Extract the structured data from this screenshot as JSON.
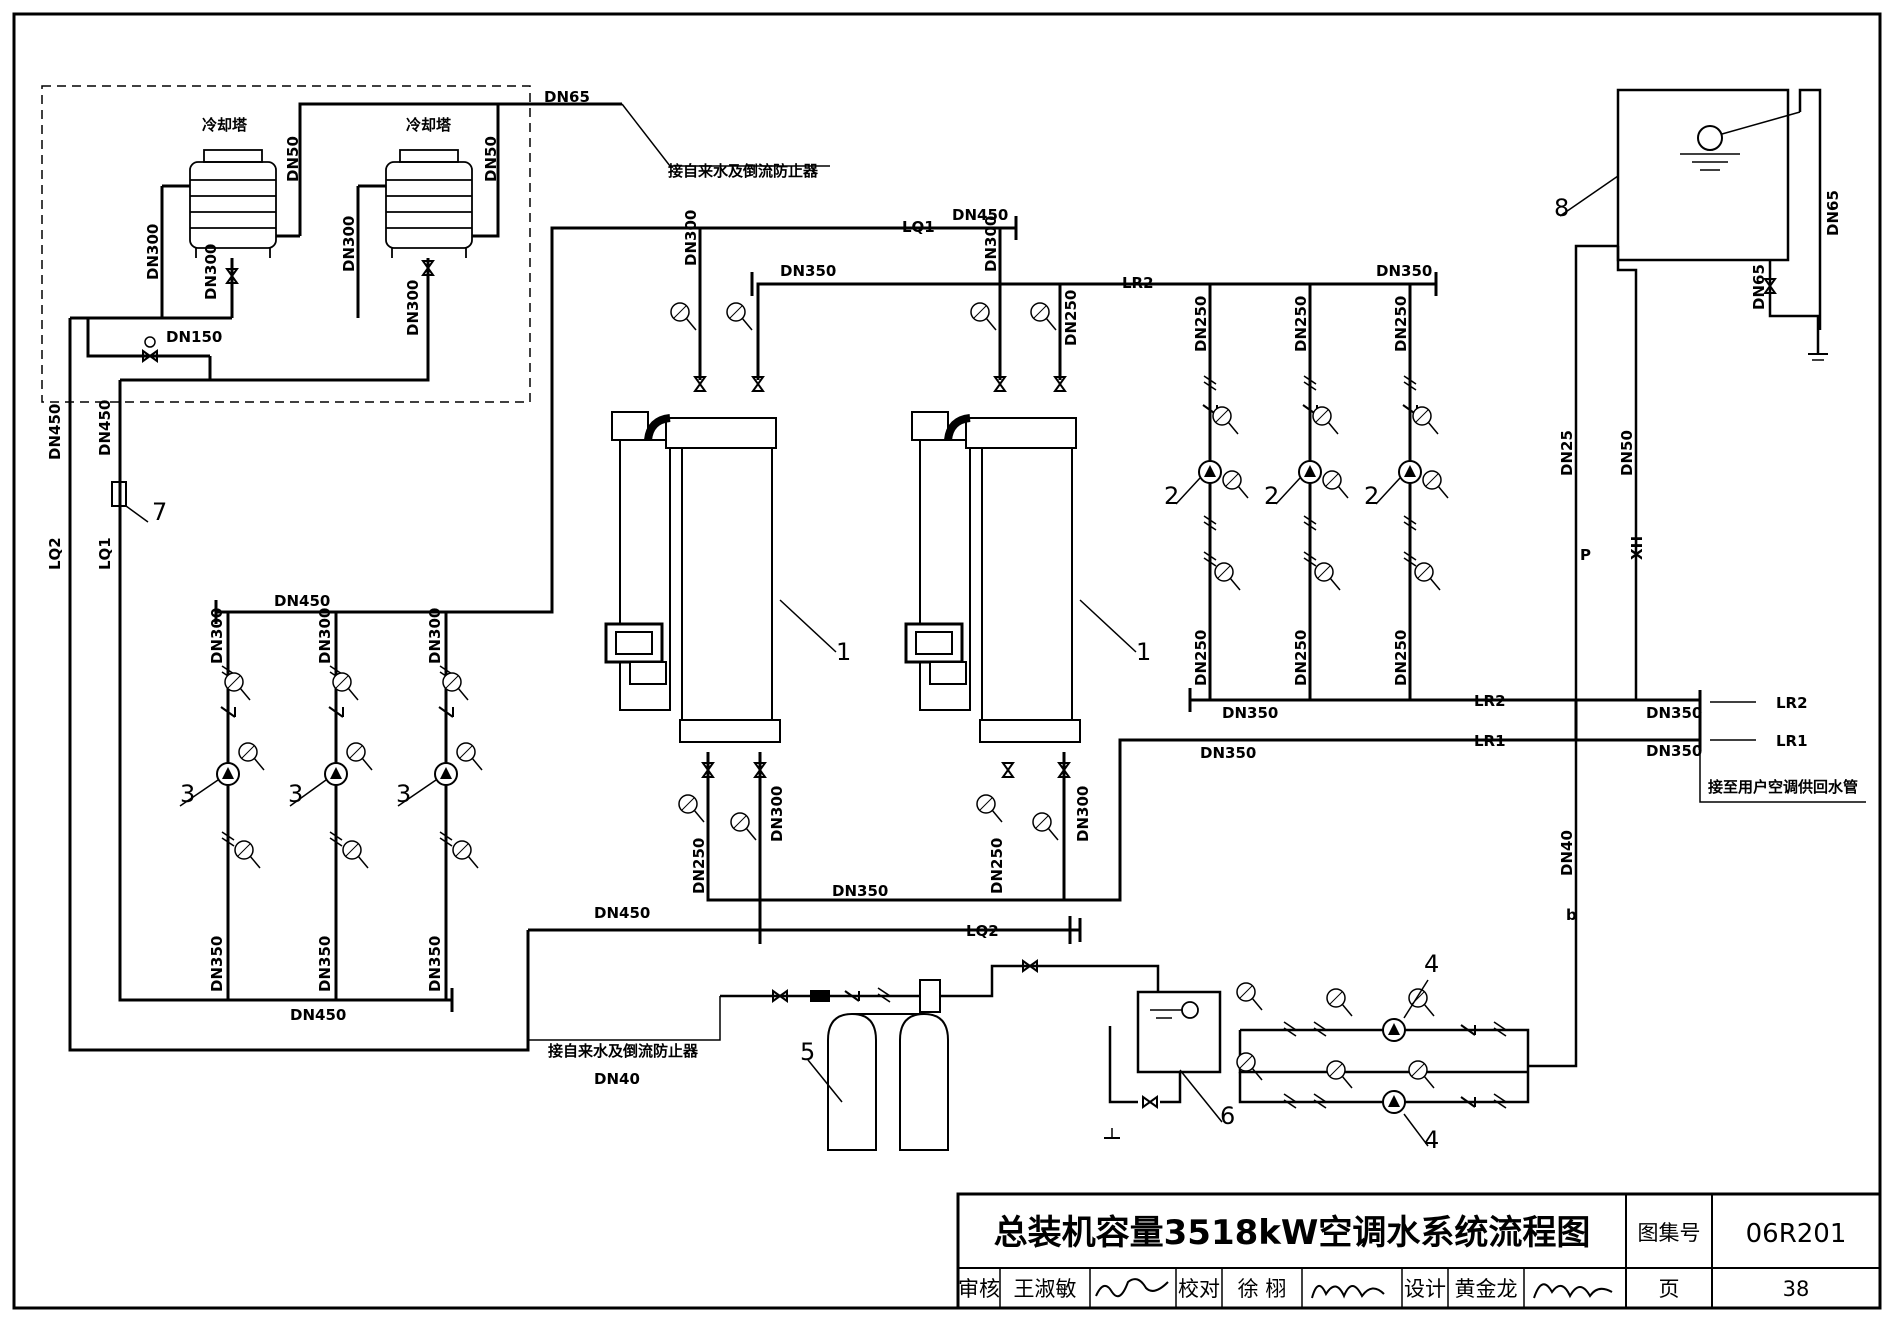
{
  "labels": {
    "tower": "冷却塔",
    "dn65": "DN65",
    "dn50": "DN50",
    "dn40": "DN40",
    "dn25": "DN25",
    "dn150": "DN150",
    "dn250": "DN250",
    "dn300": "DN300",
    "dn350": "DN350",
    "dn450": "DN450",
    "lq1": "LQ1",
    "lq2": "LQ2",
    "lr1": "LR1",
    "lr2": "LR2",
    "p": "P",
    "xh": "XH",
    "b": "b"
  },
  "notes": {
    "tap_water_backflow": "接自来水及倒流防止器",
    "to_user_supply_return": "接至用户空调供回水管"
  },
  "callouts": {
    "chiller": "1",
    "chilled_pump": "2",
    "cooling_pump": "3",
    "makeup_pump": "4",
    "softener": "5",
    "soft_water_tank": "6",
    "scale_inhibitor": "7",
    "expansion_tank": "8"
  },
  "title_block": {
    "title": "总装机容量3518kW空调水系统流程图",
    "atlas_no_label": "图集号",
    "atlas_no": "06R201",
    "review_label": "审核",
    "reviewer": "王淑敏",
    "check_label": "校对",
    "checker": "徐 栩",
    "design_label": "设计",
    "designer": "黄金龙",
    "page_label": "页",
    "page": "38"
  }
}
